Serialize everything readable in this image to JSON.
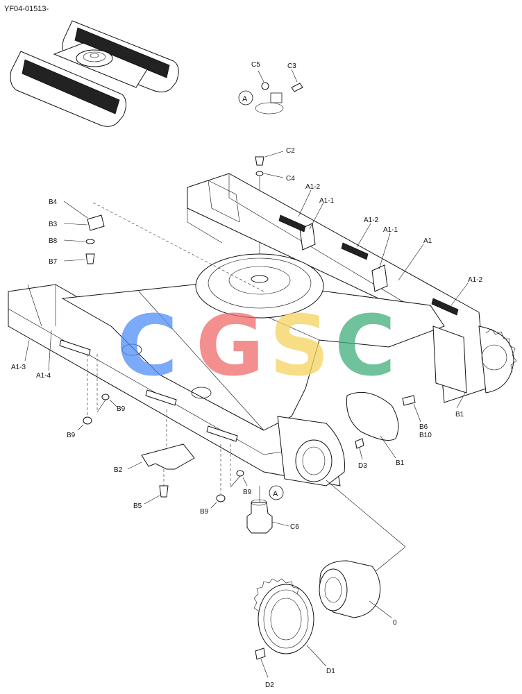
{
  "header": {
    "drawing_id": "YF04-01513-"
  },
  "watermark": {
    "letters": [
      {
        "char": "C",
        "color": "#4f8ef7"
      },
      {
        "char": "G",
        "color": "#f06a6a"
      },
      {
        "char": "S",
        "color": "#f5d45e"
      },
      {
        "char": "C",
        "color": "#3fae7c"
      }
    ]
  },
  "callouts": {
    "C5": "C5",
    "C3": "C3",
    "A_top": "A",
    "C2": "C2",
    "C4": "C4",
    "A1_2_a": "A1-2",
    "A1_1_a": "A1-1",
    "A1_2_b": "A1-2",
    "A1_1_b": "A1-1",
    "A1": "A1",
    "A1_2_c": "A1-2",
    "B4": "B4",
    "B3": "B3",
    "B8": "B8",
    "B7": "B7",
    "A1_3": "A1-3",
    "A1_4": "A1-4",
    "B9_a": "B9",
    "B9_b": "B9",
    "B1_a": "B1",
    "B6": "B6",
    "B10": "B10",
    "B1_b": "B1",
    "D3": "D3",
    "B2": "B2",
    "B5": "B5",
    "B9_c": "B9",
    "B9_d": "B9",
    "A_bottom": "A",
    "C6": "C6",
    "zero": "0",
    "D2": "D2",
    "D1": "D1"
  }
}
